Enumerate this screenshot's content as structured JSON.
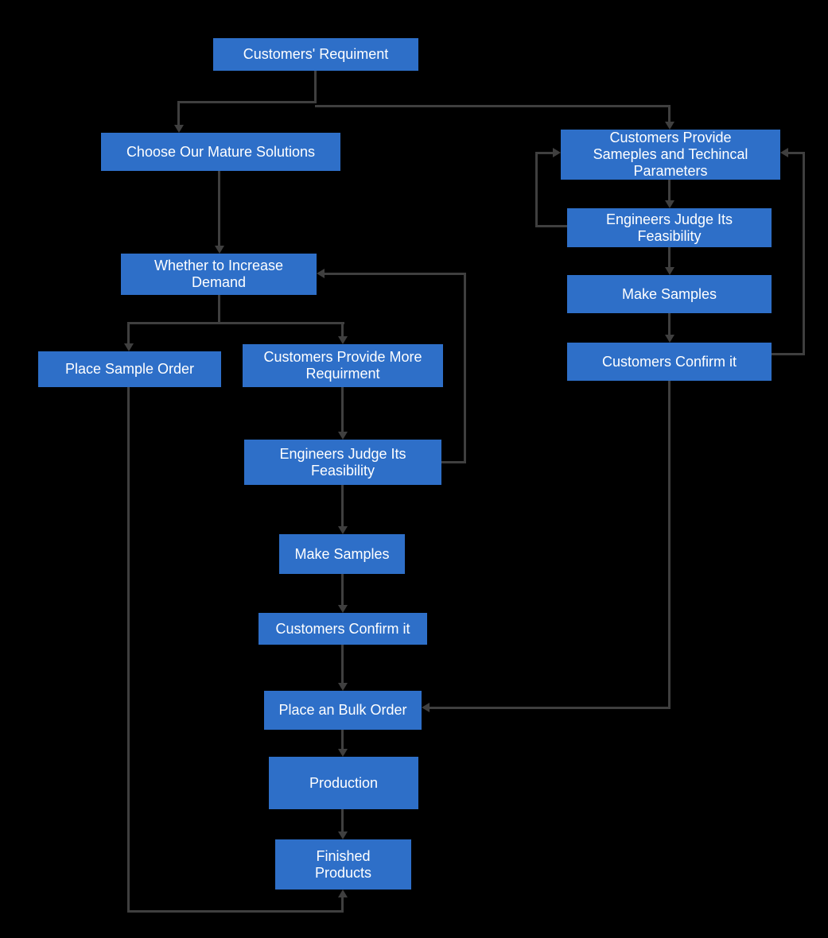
{
  "colors": {
    "background": "#000000",
    "node_fill": "#2e6fc8",
    "node_text": "#ffffff",
    "connector": "#3f3f3f"
  },
  "nodes": {
    "customers_requirement": {
      "label": "Customers' Requiment"
    },
    "choose_mature_solutions": {
      "label": "Choose Our Mature Solutions"
    },
    "provide_samples_parameters": {
      "label": "Customers Provide\nSameples and Techincal\nParameters"
    },
    "engineers_judge_right": {
      "label": "Engineers Judge Its\nFeasibility"
    },
    "make_samples_right": {
      "label": "Make Samples"
    },
    "customers_confirm_right": {
      "label": "Customers Confirm it"
    },
    "whether_increase_demand": {
      "label": "Whether to Increase\nDemand"
    },
    "place_sample_order": {
      "label": "Place Sample Order"
    },
    "provide_more_requirement": {
      "label": "Customers Provide More\nRequirment"
    },
    "engineers_judge_mid": {
      "label": "Engineers Judge Its\nFeasibility"
    },
    "make_samples_mid": {
      "label": "Make Samples"
    },
    "customers_confirm_mid": {
      "label": "Customers Confirm it"
    },
    "place_bulk_order": {
      "label": "Place an Bulk Order"
    },
    "production": {
      "label": "Production"
    },
    "finished_products": {
      "label": "Finished\nProducts"
    }
  },
  "edges": [
    {
      "from": "customers_requirement",
      "to": "choose_mature_solutions"
    },
    {
      "from": "customers_requirement",
      "to": "provide_samples_parameters"
    },
    {
      "from": "choose_mature_solutions",
      "to": "whether_increase_demand"
    },
    {
      "from": "whether_increase_demand",
      "to": "place_sample_order"
    },
    {
      "from": "whether_increase_demand",
      "to": "provide_more_requirement"
    },
    {
      "from": "provide_more_requirement",
      "to": "engineers_judge_mid"
    },
    {
      "from": "engineers_judge_mid",
      "to": "whether_increase_demand"
    },
    {
      "from": "engineers_judge_mid",
      "to": "make_samples_mid"
    },
    {
      "from": "make_samples_mid",
      "to": "customers_confirm_mid"
    },
    {
      "from": "customers_confirm_mid",
      "to": "place_bulk_order"
    },
    {
      "from": "place_bulk_order",
      "to": "production"
    },
    {
      "from": "production",
      "to": "finished_products"
    },
    {
      "from": "place_sample_order",
      "to": "finished_products"
    },
    {
      "from": "provide_samples_parameters",
      "to": "engineers_judge_right"
    },
    {
      "from": "engineers_judge_right",
      "to": "provide_samples_parameters"
    },
    {
      "from": "engineers_judge_right",
      "to": "make_samples_right"
    },
    {
      "from": "make_samples_right",
      "to": "customers_confirm_right"
    },
    {
      "from": "customers_confirm_right",
      "to": "provide_samples_parameters"
    },
    {
      "from": "customers_confirm_right",
      "to": "place_bulk_order"
    }
  ]
}
